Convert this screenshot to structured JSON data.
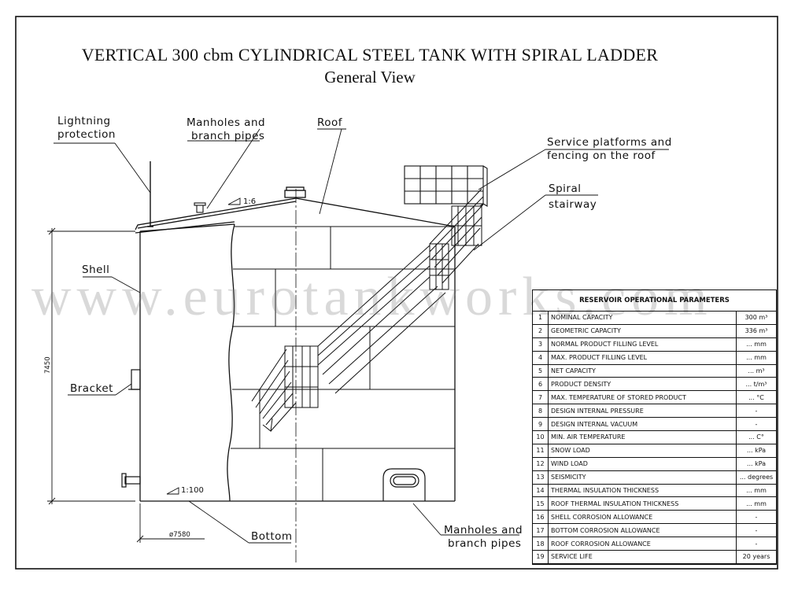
{
  "title": {
    "main": "VERTICAL 300 cbm CYLINDRICAL STEEL TANK WITH SPIRAL  LADDER",
    "sub": "General View"
  },
  "callouts": {
    "lightning": [
      "Lightning",
      "protection"
    ],
    "manholes_roof": [
      "Manholes and",
      "branch pipes"
    ],
    "roof": "Roof",
    "platforms": [
      "Service platforms and",
      "fencing on the roof"
    ],
    "stairway": [
      "Spiral",
      "stairway"
    ],
    "shell": "Shell",
    "bracket": "Bracket",
    "bottom": "Bottom",
    "manholes_bottom": [
      "Manholes and",
      "branch pipes"
    ]
  },
  "dimensions": {
    "height": "7450",
    "diameter": "ø7580",
    "roof_slope": "1:6",
    "bottom_slope": "1:100"
  },
  "watermark": "www.eurotankworks.com",
  "params_table": {
    "title": "RESERVOIR OPERATIONAL PARAMETERS",
    "rows": [
      {
        "n": "1",
        "name": "NOMINAL CAPACITY",
        "value": "300 m³"
      },
      {
        "n": "2",
        "name": "GEOMETRIC CAPACITY",
        "value": "336 m³"
      },
      {
        "n": "3",
        "name": "NORMAL PRODUCT FILLING LEVEL",
        "value": "... mm"
      },
      {
        "n": "4",
        "name": "MAX. PRODUCT FILLING LEVEL",
        "value": "... mm"
      },
      {
        "n": "5",
        "name": "NET CAPACITY",
        "value": "... m³"
      },
      {
        "n": "6",
        "name": "PRODUCT DENSITY",
        "value": "... t/m³"
      },
      {
        "n": "7",
        "name": "MAX. TEMPERATURE OF STORED PRODUCT",
        "value": "... °C"
      },
      {
        "n": "8",
        "name": "DESIGN INTERNAL PRESSURE",
        "value": "-"
      },
      {
        "n": "9",
        "name": " DESIGN INTERNAL VACUUM",
        "value": "-"
      },
      {
        "n": "10",
        "name": "MIN. AIR TEMPERATURE",
        "value": "... C°"
      },
      {
        "n": "11",
        "name": "SNOW LOAD",
        "value": "... kPa"
      },
      {
        "n": "12",
        "name": "WIND LOAD",
        "value": "... kPa"
      },
      {
        "n": "13",
        "name": "SEISMICITY",
        "value": "... degrees"
      },
      {
        "n": "14",
        "name": "THERMAL INSULATION THICKNESS",
        "value": "... mm"
      },
      {
        "n": "15",
        "name": "ROOF THERMAL INSULATION THICKNESS",
        "value": "... mm"
      },
      {
        "n": "16",
        "name": "SHELL CORROSION ALLOWANCE",
        "value": "-"
      },
      {
        "n": "17",
        "name": " BOTTOM CORROSION ALLOWANCE",
        "value": "-"
      },
      {
        "n": "18",
        "name": "ROOF CORROSION ALLOWANCE",
        "value": "-"
      },
      {
        "n": "19",
        "name": "SERVICE LIFE",
        "value": "20 years"
      }
    ]
  }
}
